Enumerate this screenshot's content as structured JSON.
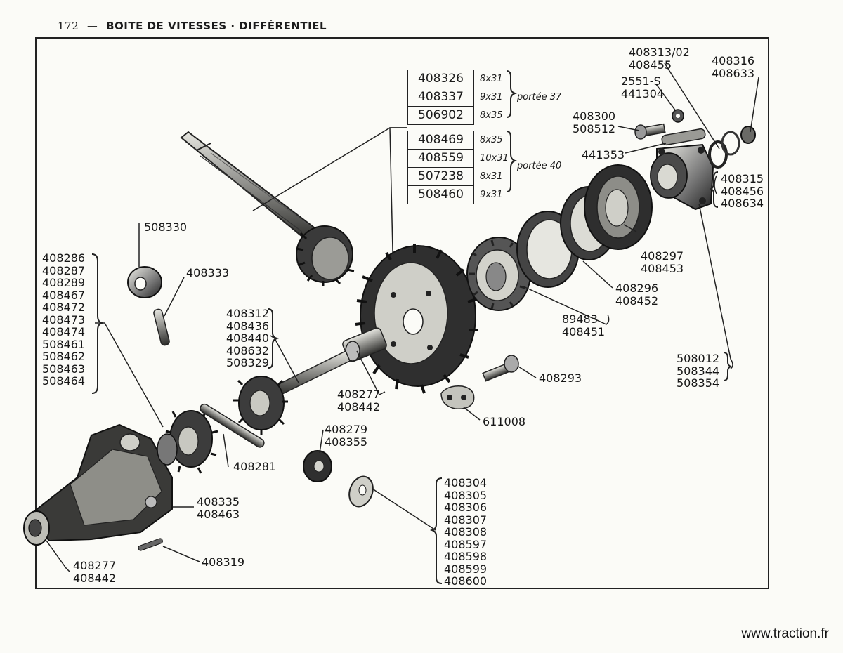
{
  "header": {
    "page_number": "172",
    "dash": "—",
    "title": "BOITE DE VITESSES · DIFFÉRENTIEL"
  },
  "footer": {
    "site": "www.traction.fr"
  },
  "tables": {
    "portee37": {
      "rows": [
        {
          "ref": "408326",
          "size": "8x31"
        },
        {
          "ref": "408337",
          "size": "9x31"
        },
        {
          "ref": "506902",
          "size": "8x35"
        }
      ],
      "label": "portée 37"
    },
    "portee40": {
      "rows": [
        {
          "ref": "408469",
          "size": "8x35"
        },
        {
          "ref": "408559",
          "size": "10x31"
        },
        {
          "ref": "507238",
          "size": "8x31"
        },
        {
          "ref": "508460",
          "size": "9x31"
        }
      ],
      "label": "portée 40"
    }
  },
  "labels": {
    "g408313": [
      "408313/02",
      "408455"
    ],
    "g408316": [
      "408316",
      "408633"
    ],
    "g2551": [
      "2551-S",
      "441304"
    ],
    "g408300": [
      "408300",
      "508512"
    ],
    "g441353": [
      "441353"
    ],
    "g408315": [
      "408315",
      "408456",
      "408634"
    ],
    "g408297": [
      "408297",
      "408453"
    ],
    "g408296": [
      "408296",
      "408452"
    ],
    "g89483": [
      "89483",
      "408451"
    ],
    "g508012": [
      "508012",
      "508344",
      "508354"
    ],
    "g408293": [
      "408293"
    ],
    "g611008": [
      "611008"
    ],
    "g408277a": [
      "408277",
      "408442"
    ],
    "g408312": [
      "408312",
      "408436",
      "408440",
      "408632",
      "508329"
    ],
    "g508330": [
      "508330"
    ],
    "g408333": [
      "408333"
    ],
    "g408286": [
      "408286",
      "408287",
      "408289",
      "408467",
      "408472",
      "408473",
      "408474",
      "508461",
      "508462",
      "508463",
      "508464"
    ],
    "g408281": [
      "408281"
    ],
    "g408279": [
      "408279",
      "408355"
    ],
    "g408304": [
      "408304",
      "408305",
      "408306",
      "408307",
      "408308",
      "408597",
      "408598",
      "408599",
      "408600"
    ],
    "g408335": [
      "408335",
      "408463"
    ],
    "g408319": [
      "408319"
    ],
    "g408277b": [
      "408277",
      "408442"
    ]
  },
  "colors": {
    "ink": "#1b1b1b",
    "paper": "#fbfbf7",
    "part_dark": "#2a2a2a",
    "part_mid": "#7a7a7a",
    "part_light": "#d8d8d2"
  }
}
